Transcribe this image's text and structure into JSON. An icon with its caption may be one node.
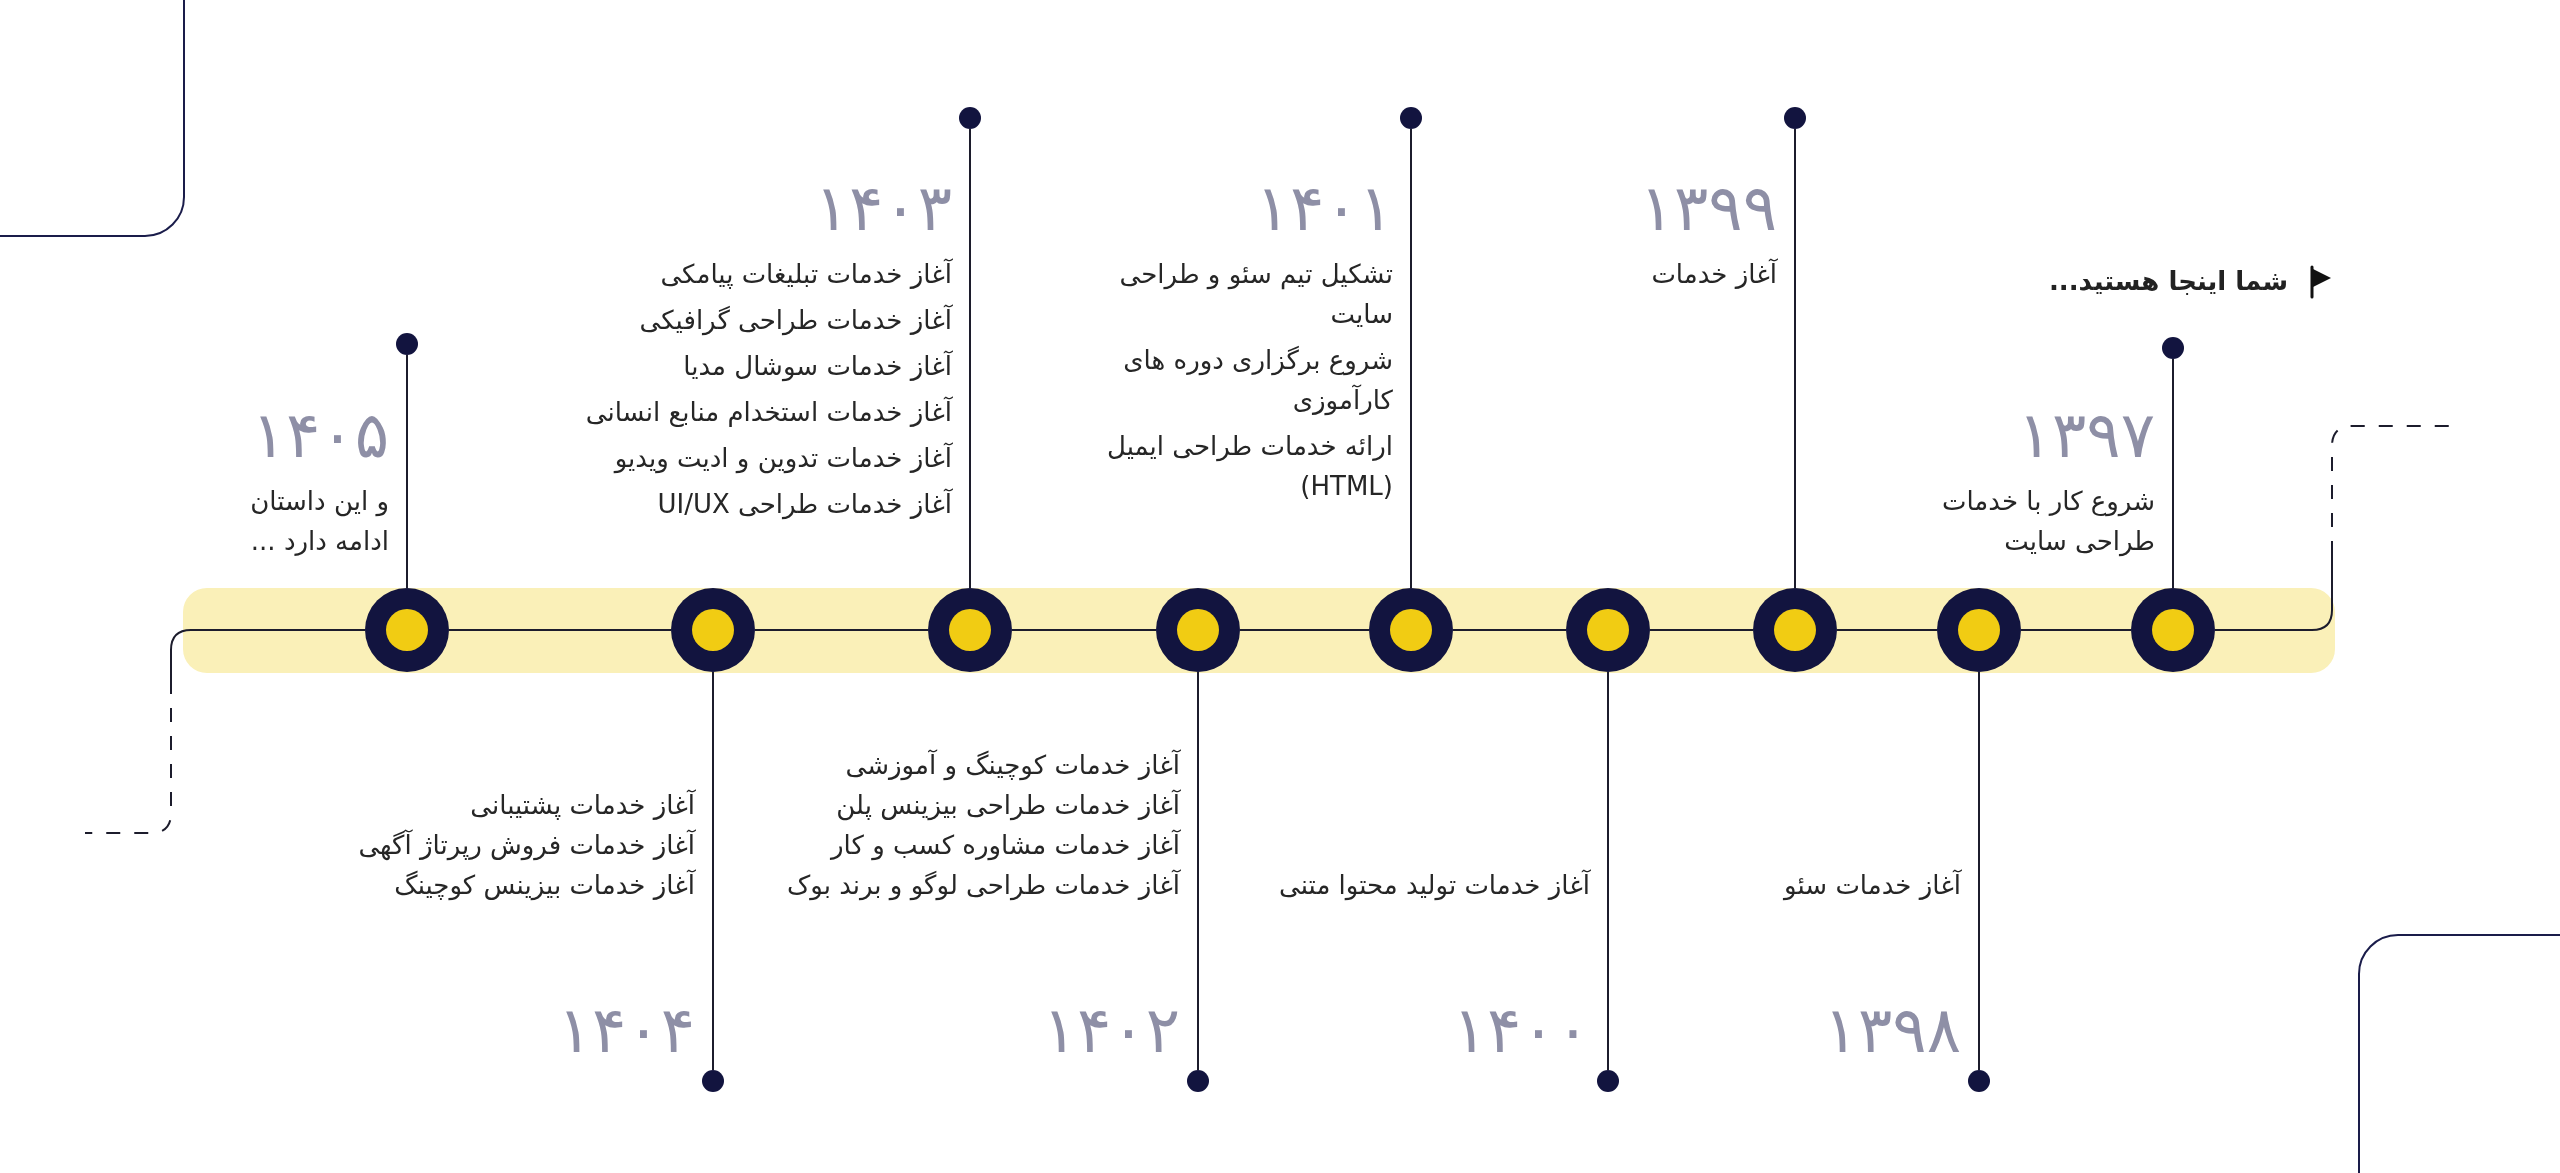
{
  "diagram": {
    "nodes": [
      {
        "text": [],
        "shape": "circle"
      },
      {
        "text": [],
        "shape": "circle"
      },
      {
        "text": [],
        "shape": "circle"
      },
      {
        "text": [],
        "shape": "circle"
      },
      {
        "text": [],
        "shape": "circle"
      },
      {
        "text": [],
        "shape": "circle"
      },
      {
        "text": [],
        "shape": "circle"
      },
      {
        "text": [],
        "shape": "circle"
      },
      {
        "text": [],
        "shape": "circle"
      },
      {
        "text": [],
        "shape": "circle",
        "beside": [
          "۱۳۹۷",
          "شروع کار با خدمات طراحی سایت"
        ]
      },
      {
        "text": [],
        "shape": "circle",
        "beside": [
          "۱۳۹۸"
        ]
      },
      {
        "text": [],
        "shape": "circle",
        "beside": [
          "۱۳۹۹",
          "آغاز خدمات"
        ]
      },
      {
        "text": [],
        "shape": "circle",
        "beside": [
          "۱۴۰۰"
        ]
      },
      {
        "text": [],
        "shape": "circle",
        "beside": [
          "۱۴۰۱",
          "تشکیل تیم سئو و طراحی سایت",
          "شروع برگزاری دوره های کارآموزی",
          "ارائه خدمات طراحی ایمیل (HTML)"
        ]
      },
      {
        "text": [],
        "shape": "circle",
        "beside": [
          "۱۴۰۲",
          "آغاز خدمات کوچینگ و آموزشی",
          "آغاز خدمات طراحی بیزینس پلن",
          "آغاز خدمات مشاوره کسب و کار",
          "آغاز خدمات طراحی لوگو و برند بوک"
        ]
      },
      {
        "text": [],
        "shape": "circle",
        "beside": [
          "۱۴۰۳",
          "آغاز خدمات تبلیغات پیامکی",
          "آغاز خدمات طراحی گرافیکی",
          "آغاز خدمات سوشال مدیا",
          "آغاز خدمات استخدام منابع انسانی",
          "آغاز خدمات تدوین و ادیت ویدیو",
          "آغاز خدمات طراحی UI/UX"
        ]
      },
      {
        "text": [],
        "shape": "circle",
        "beside": [
          "۱۴۰۴",
          "آغاز خدمات پشتیبانی",
          "آغاز خدمات فروش رپرتاژ آگهی",
          "آغاز خدمات بیزینس کوچینگ"
        ]
      },
      {
        "text": [],
        "shape": "circle",
        "beside": [
          "۱۴۰۵",
          "و این داستان ادامه دارد ..."
        ]
      }
    ],
    "edges": [
      {
        "from": 0,
        "to": 1,
        "arrow": "none"
      },
      {
        "from": 1,
        "to": 2,
        "arrow": "none"
      },
      {
        "from": 2,
        "to": 3,
        "arrow": "none"
      },
      {
        "from": 3,
        "to": 4,
        "arrow": "none"
      },
      {
        "from": 4,
        "to": 5,
        "arrow": "none"
      },
      {
        "from": 5,
        "to": 6,
        "arrow": "none"
      },
      {
        "from": 6,
        "to": 7,
        "arrow": "none"
      },
      {
        "from": 7,
        "to": 8,
        "arrow": "none"
      },
      {
        "from": 0,
        "to": 9,
        "arrow": "none"
      },
      {
        "from": 1,
        "to": 10,
        "arrow": "none"
      },
      {
        "from": 2,
        "to": 11,
        "arrow": "none"
      },
      {
        "from": 3,
        "to": 12,
        "arrow": "none"
      },
      {
        "from": 4,
        "to": 13,
        "arrow": "none"
      },
      {
        "from": 5,
        "to": 14,
        "arrow": "none"
      },
      {
        "from": 6,
        "to": 15,
        "arrow": "none"
      },
      {
        "from": 7,
        "to": 16,
        "arrow": "none"
      },
      {
        "from": 8,
        "to": 17,
        "arrow": "none"
      }
    ],
    "labels": [
      "شما اینجا هستید...",
      "آغاز خدمات سئو",
      "آغاز خدمات تولید محتوا متنی"
    ]
  }
}
